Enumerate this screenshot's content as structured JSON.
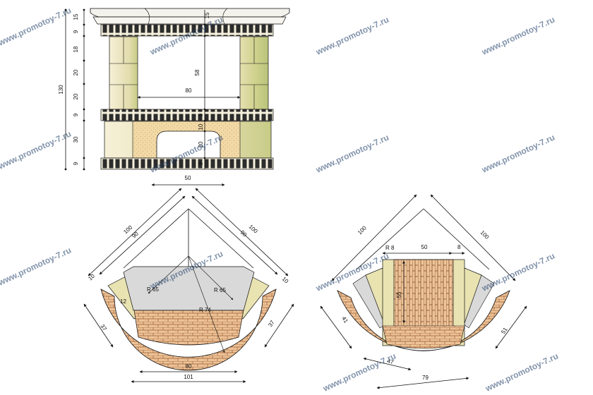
{
  "watermark": "www.promotoy-7.ru",
  "colors": {
    "stone_light": "#f3edcf",
    "stone_mid": "#e7dfb2",
    "stone_green": "#c9cf8a",
    "brick": "#e9b88c",
    "brick_dark": "#b86f3e",
    "grey_panel": "#d7d7d7",
    "ink": "#111111",
    "watermark": "#1c3a66"
  },
  "front_view": {
    "total_height": "130",
    "vertical_left": [
      "15",
      "9",
      "18",
      "20",
      "20",
      "9",
      "30",
      "9"
    ],
    "opening_height": "58",
    "opening_width": "80",
    "inner_labels": [
      "9",
      "10",
      "20",
      "9"
    ],
    "top_label": "15",
    "base_width": "50"
  },
  "plan_left": {
    "outer_left": "100",
    "inner_left": "90",
    "outer_right": "100",
    "inner_right": "90",
    "edge_left": "10",
    "edge_right": "10",
    "side_left": "37",
    "side_right": "37",
    "wall": "12",
    "r65_left": "R 65",
    "r65_right": "R 65",
    "r74": "R 74",
    "bottom_inner": "80",
    "bottom_outer": "101"
  },
  "plan_right": {
    "outer_left": "100",
    "outer_right": "100",
    "top_width": "50",
    "top_edge": "8",
    "small_top": "R 8",
    "column_height": "55",
    "side_left": "41",
    "side_right": "51",
    "bottom_inner": "47",
    "bottom_outer": "79"
  }
}
